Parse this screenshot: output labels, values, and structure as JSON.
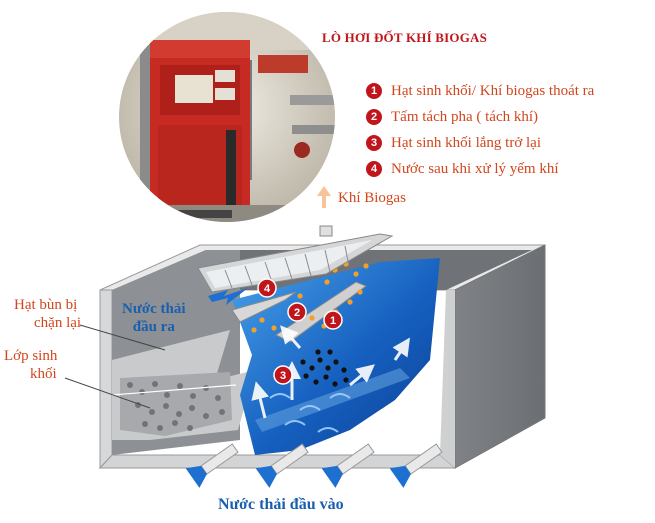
{
  "title": "LÒ HƠI ĐỐT KHÍ BIOGAS",
  "legend": [
    {
      "num": "1",
      "text": "Hạt sinh khối/ Khí biogas thoát ra"
    },
    {
      "num": "2",
      "text": "Tấm tách pha ( tách khí)"
    },
    {
      "num": "3",
      "text": "Hạt sinh khối lắng trở lại"
    },
    {
      "num": "4",
      "text": "Nước sau khi xử lý yếm khí"
    }
  ],
  "labels": {
    "biogas": "Khí Biogas",
    "sludge_line1": "Hạt bùn bị",
    "sludge_line2": "chặn lại",
    "biomass_line1": "Lớp sinh",
    "biomass_line2": "khối",
    "outlet_line1": "Nước thải",
    "outlet_line2": "đầu ra",
    "inlet": "Nước thải đầu vào"
  },
  "markers": {
    "m1": "1",
    "m2": "2",
    "m3": "3",
    "m4": "4"
  },
  "colors": {
    "accent_red": "#c0161b",
    "label_orange": "#d2461e",
    "water_blue": "#1a5fae"
  }
}
